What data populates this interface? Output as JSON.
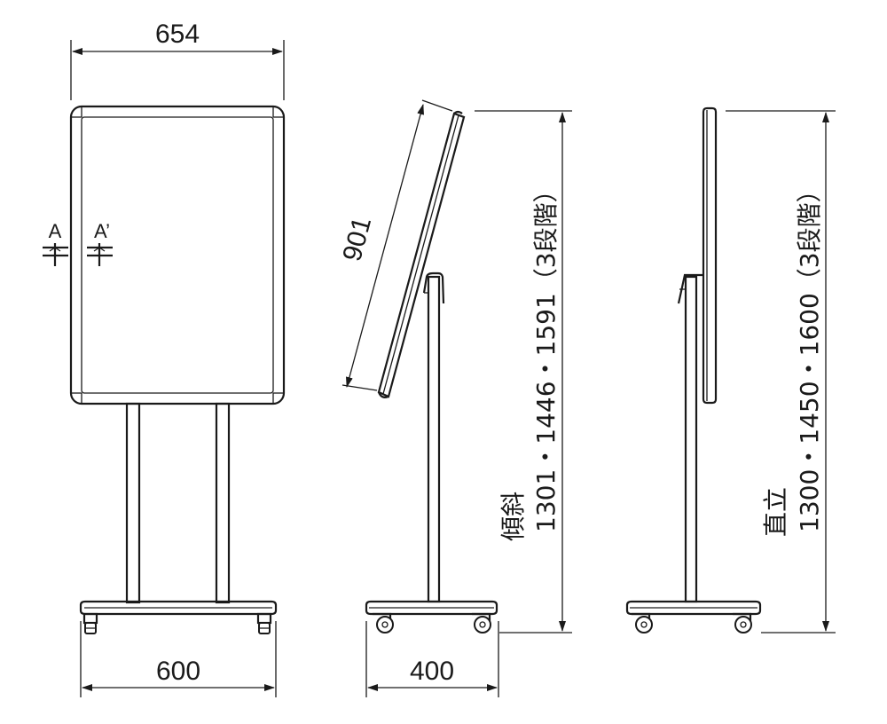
{
  "dimensions": {
    "front_width": "654",
    "base_width": "600",
    "side_base_width": "400",
    "board_length": "901"
  },
  "section_marks": {
    "left": "A",
    "right": "A’"
  },
  "heights": {
    "tilted_label": "傾斜",
    "tilted_values": "1301・1446・1591（3段階）",
    "upright_label": "直立",
    "upright_values": "1300・1450・1600（3段階）"
  }
}
